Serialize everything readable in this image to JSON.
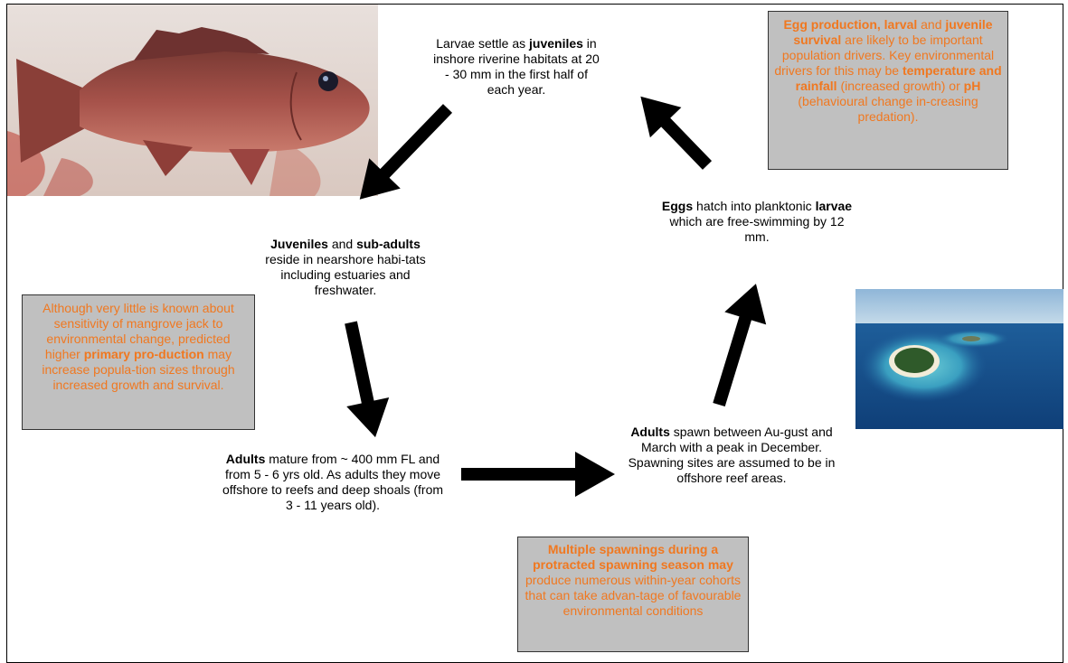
{
  "stages": {
    "larvae_settle": {
      "p1": "Larvae settle as ",
      "b1": "juveniles",
      "p2": " in inshore riverine habitats at 20 - 30 mm in the first half of each year."
    },
    "juveniles": {
      "b1": "Juveniles",
      "p1": " and ",
      "b2": "sub-adults",
      "p2": " reside in nearshore habi-tats including estuaries and freshwater."
    },
    "adults_mature": {
      "b1": "Adults",
      "p1": " mature from ~ 400 mm FL and from 5 - 6 yrs old. As adults they move offshore to reefs and deep shoals (from 3 - 11 years old)."
    },
    "adults_spawn": {
      "b1": "Adults",
      "p1": " spawn between Au-gust and March with a peak in December. Spawning sites are assumed to be in offshore reef areas."
    },
    "eggs": {
      "b1": "Eggs",
      "p1": " hatch into planktonic ",
      "b2": "larvae",
      "p2": " which are free-swimming by 12 mm."
    }
  },
  "notes": {
    "egg_production": {
      "b1": "Egg production, larval",
      "p1": " and ",
      "b2": "juvenile survival",
      "p2": " are likely to be important population drivers. Key environmental drivers for this may be ",
      "b3": "temperature and rainfall",
      "p3": " (increased growth) or ",
      "b4": "pH",
      "p4": " (behavioural change in-creasing predation)."
    },
    "sensitivity": {
      "p1": "Although very little is known about sensitivity of mangrove jack to environmental change, predicted higher ",
      "b1": "primary pro-duction",
      "p2": " may increase popula-tion sizes through increased growth and survival."
    },
    "spawnings": {
      "b1": "Multiple spawnings during a protracted spawning season may",
      "p1": " produce numerous within-year cohorts that can take advan-tage of favourable environmental conditions"
    }
  },
  "colors": {
    "note_text": "#f07820",
    "note_bg": "#c0c0c0",
    "arrow": "#000000"
  }
}
